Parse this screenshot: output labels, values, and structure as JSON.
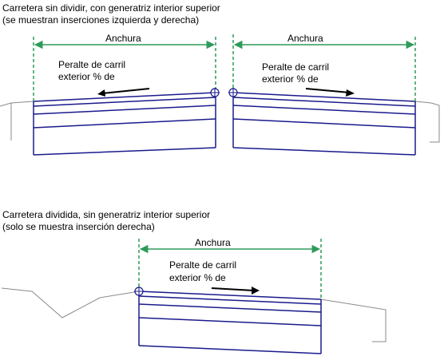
{
  "sections": [
    {
      "caption_line1": "Carretera sin dividir, con generatriz interior superior",
      "caption_line2": "(se muestran inserciones izquierda y derecha)",
      "left": {
        "width_label": "Anchura",
        "note_line1": "Peralte de carril",
        "note_line2": "exterior % de"
      },
      "right": {
        "width_label": "Anchura",
        "note_line1": "Peralte de carril",
        "note_line2": "exterior % de"
      }
    },
    {
      "caption_line1": "Carretera dividida, sin generatriz interior superior",
      "caption_line2": "(solo se muestra inserción derecha)",
      "right": {
        "width_label": "Anchura",
        "note_line1": "Peralte de carril",
        "note_line2": "exterior % de"
      }
    }
  ],
  "colors": {
    "dimension": "#2e9a5a",
    "pavement": "#1a1a8c",
    "ground": "#8a8a8a",
    "arrow": "#000000"
  }
}
